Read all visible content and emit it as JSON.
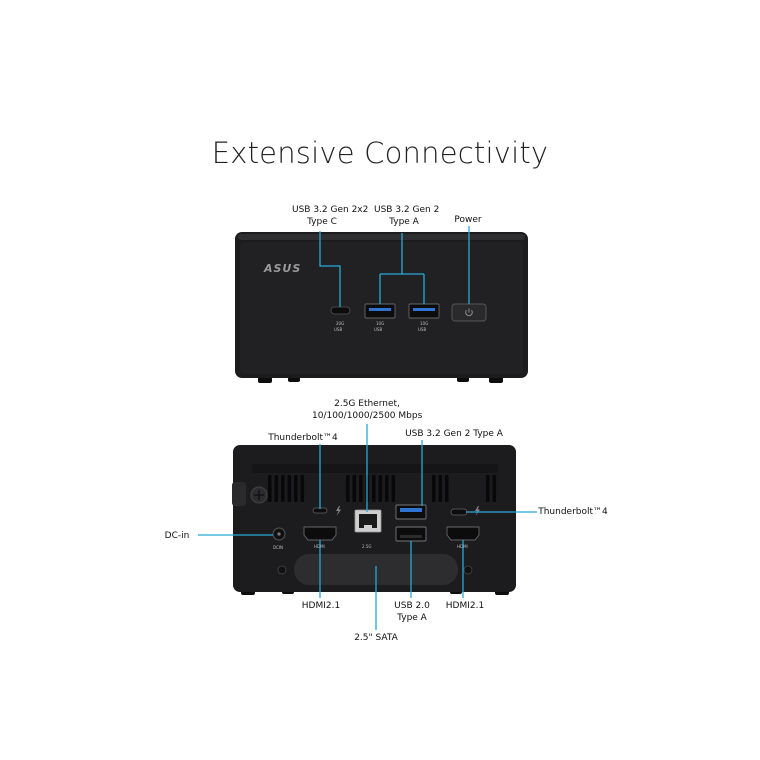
{
  "title": "Extensive Connectivity",
  "front": {
    "brand_logo": "ASUS",
    "callouts": {
      "usb_c": [
        "USB 3.2 Gen 2x2",
        "Type C"
      ],
      "usb_a": [
        "USB 3.2 Gen 2",
        "Type A"
      ],
      "power": [
        "Power"
      ]
    },
    "port_labels": {
      "usb_c": [
        "20G",
        "USB"
      ],
      "usb_a1": [
        "10G",
        "USB"
      ],
      "usb_a2": [
        "10G",
        "USB"
      ]
    }
  },
  "rear": {
    "callouts": {
      "ethernet": [
        "2.5G Ethernet,",
        "10/100/1000/2500 Mbps"
      ],
      "thunderbolt_left": [
        "Thunderbolt™4"
      ],
      "usb_a_rear": [
        "USB 3.2 Gen 2 Type A"
      ],
      "thunderbolt_right": [
        "Thunderbolt™4"
      ],
      "dc_in": [
        "DC-in"
      ],
      "hdmi_left": [
        "HDMI2.1"
      ],
      "usb20": [
        "USB 2.0",
        "Type A"
      ],
      "hdmi_right": [
        "HDMI2.1"
      ],
      "sata": [
        "2.5\" SATA"
      ]
    },
    "port_labels": {
      "hdmi1": "HDMI",
      "lan": "2.5G",
      "hdmi2": "HDMI",
      "dcin": "DCIN"
    }
  },
  "colors": {
    "chassis": "#1c1c1e",
    "chassis_face": "#232326",
    "callout_line": "#27a9d8",
    "usb3_blue": "#2f74d0",
    "text": "#111111"
  }
}
